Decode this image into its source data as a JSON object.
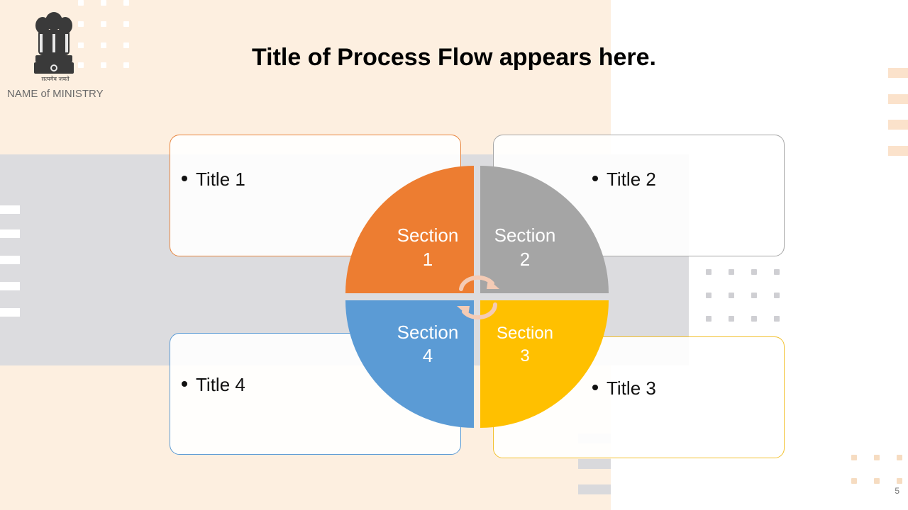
{
  "header": {
    "emblem_motto": "सत्यमेव जयते",
    "ministry_name": "NAME of MINISTRY",
    "title": "Title of Process Flow appears here."
  },
  "cards": [
    {
      "label": "Title 1",
      "border": "#e8853e"
    },
    {
      "label": "Title 2",
      "border": "#a6a6a6"
    },
    {
      "label": "Title 3",
      "border": "#f2c12e"
    },
    {
      "label": "Title 4",
      "border": "#5b9bd5"
    }
  ],
  "sections": [
    {
      "line1": "Section",
      "line2": "1",
      "color": "#ed7d31"
    },
    {
      "line1": "Section",
      "line2": "2",
      "color": "#a5a5a5"
    },
    {
      "line1": "Section",
      "line2": "3",
      "color": "#ffc000"
    },
    {
      "line1": "Section",
      "line2": "4",
      "color": "#5b9bd5"
    }
  ],
  "arrow_color": "#f4cbb5",
  "footer": {
    "page_number": "5"
  }
}
